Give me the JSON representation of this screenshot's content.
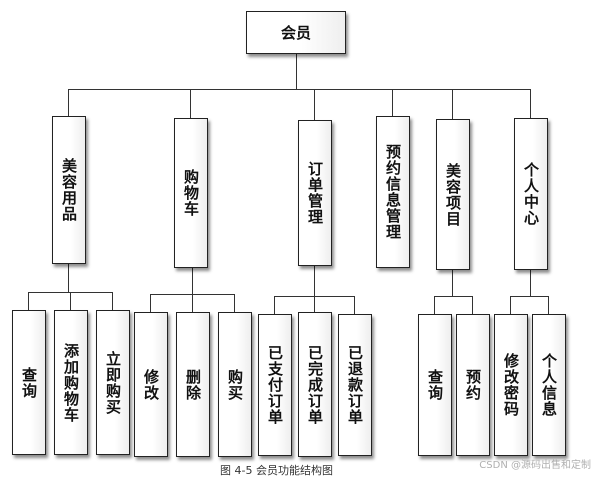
{
  "root": {
    "label": "会员"
  },
  "modules": [
    {
      "label": "美容用品",
      "children": [
        "查询",
        "添加购物车",
        "立即购买"
      ]
    },
    {
      "label": "购物车",
      "children": [
        "修改",
        "删除",
        "购买"
      ]
    },
    {
      "label": "订单管理",
      "children": [
        "已支付订单",
        "已完成订单",
        "已退款订单"
      ]
    },
    {
      "label": "预约信息管理",
      "children": []
    },
    {
      "label": "美容项目",
      "children": [
        "查询",
        "预约"
      ]
    },
    {
      "label": "个人中心",
      "children": [
        "修改密码",
        "个人信息"
      ]
    }
  ],
  "caption": "图 4-5 会员功能结构图",
  "watermark": "CSDN @源码出售和定制"
}
